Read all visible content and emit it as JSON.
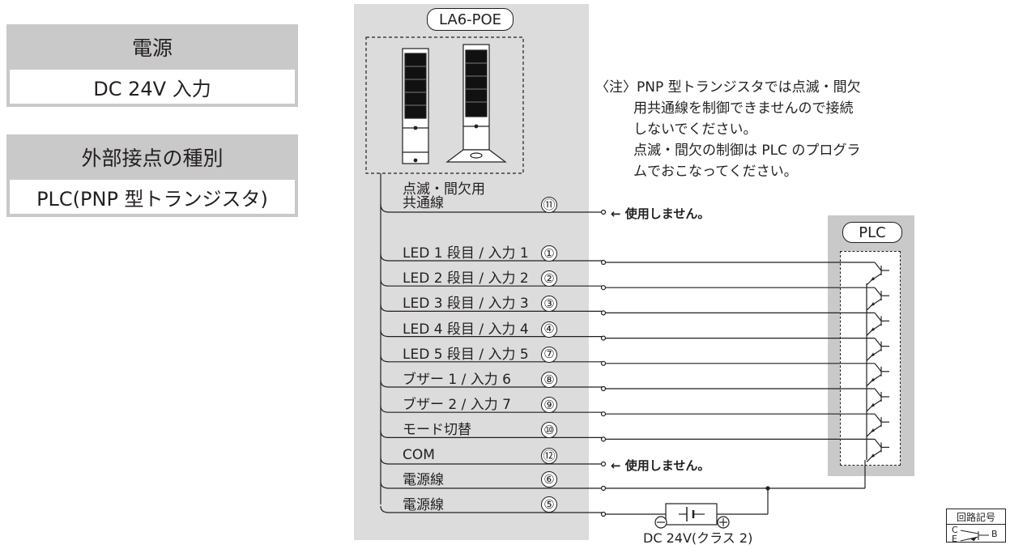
{
  "spec": {
    "power_title": "電源",
    "power_value": "DC 24V 入力",
    "contact_title": "外部接点の種別",
    "contact_value": "PLC(PNP 型トランジスタ)"
  },
  "device_label": "LA6-POE",
  "plc_label": "PLC",
  "note_lines": [
    "〈注〉PNP 型トランジスタでは点滅・間欠",
    "用共通線を制御できませんので接続",
    "しないでください。",
    "点滅・間欠の制御は PLC のプログラ",
    "ムでおこなってください。"
  ],
  "flash_label_1": "点滅・間欠用",
  "flash_label_2": "共通線",
  "flash_num": "⑪",
  "unused_text": "← 使用しません。",
  "wires": [
    {
      "label": "LED 1 段目 / 入力 1",
      "num": "①"
    },
    {
      "label": "LED 2 段目 / 入力 2",
      "num": "②"
    },
    {
      "label": "LED 3 段目 / 入力 3",
      "num": "③"
    },
    {
      "label": "LED 4 段目 / 入力 4",
      "num": "④"
    },
    {
      "label": "LED 5 段目 / 入力 5",
      "num": "⑦"
    },
    {
      "label": "ブザー 1 / 入力 6",
      "num": "⑧"
    },
    {
      "label": "ブザー 2 / 入力 7",
      "num": "⑨"
    },
    {
      "label": "モード切替",
      "num": "⑩"
    }
  ],
  "com": {
    "label": "COM",
    "num": "⑫"
  },
  "power_lines": [
    {
      "label": "電源線",
      "num": "⑥"
    },
    {
      "label": "電源線",
      "num": "⑤"
    }
  ],
  "supply_label": "DC 24V(クラス 2)",
  "legend": {
    "title": "回路記号",
    "c": "C",
    "e": "E",
    "b": "B"
  }
}
